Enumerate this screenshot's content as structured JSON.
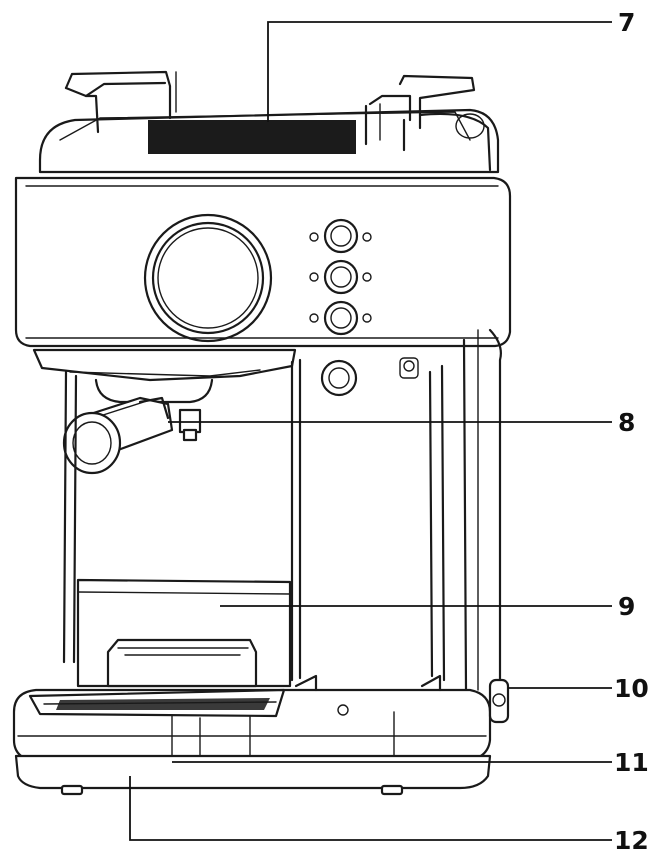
{
  "figure": {
    "callouts": [
      {
        "id": "c7",
        "label": "7"
      },
      {
        "id": "c8",
        "label": "8"
      },
      {
        "id": "c9",
        "label": "9"
      },
      {
        "id": "c10",
        "label": "10"
      },
      {
        "id": "c11",
        "label": "11"
      },
      {
        "id": "c12",
        "label": "12"
      }
    ]
  }
}
